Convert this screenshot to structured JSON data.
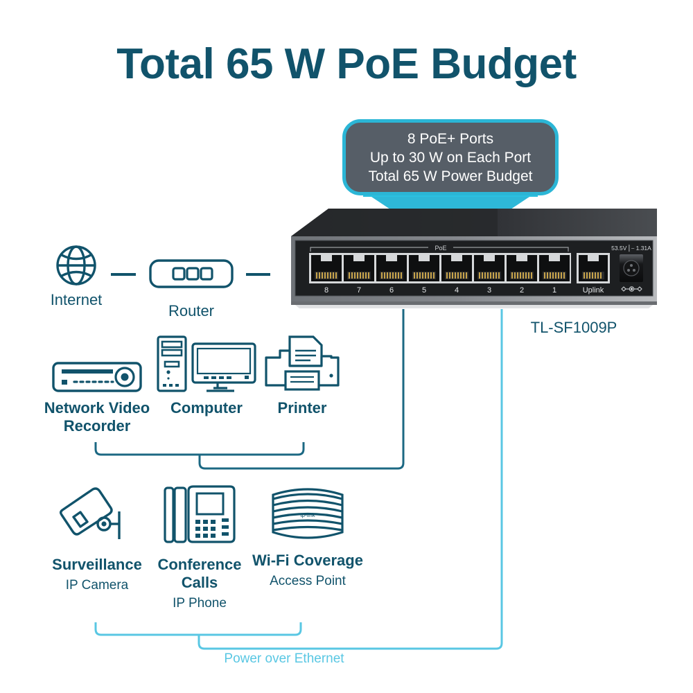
{
  "page": {
    "title": "Total 65 W PoE Budget",
    "background": "#ffffff"
  },
  "colors": {
    "brand_dark_teal": "#11536b",
    "accent_cyan": "#2bb6d6",
    "light_cyan": "#59c7e3",
    "callout_body": "#565e67",
    "device_top": "#2e3033",
    "device_face": "#8d9094"
  },
  "callout": {
    "name": "poe-spec-callout",
    "lines": [
      "8 PoE+ Ports",
      "Up to 30 W on Each Port",
      "Total 65 W Power Budget"
    ]
  },
  "switch": {
    "model": "TL-SF1009P",
    "poe_group_label": "PoE",
    "poe_ports": [
      "8",
      "7",
      "6",
      "5",
      "4",
      "3",
      "2",
      "1"
    ],
    "uplink_label": "Uplink",
    "power_rating": "53.5V ⎓ 1.31A"
  },
  "wan": [
    {
      "name": "internet",
      "icon": "globe-icon",
      "label": "Internet"
    },
    {
      "name": "router",
      "icon": "router-icon",
      "label": "Router"
    }
  ],
  "data_devices": [
    {
      "name": "network-video-recorder",
      "icon": "nvr-icon",
      "label_line1": "Network Video",
      "label_line2": "Recorder"
    },
    {
      "name": "computer",
      "icon": "computer-icon",
      "label_line1": "Computer",
      "label_line2": ""
    },
    {
      "name": "printer",
      "icon": "printer-icon",
      "label_line1": "Printer",
      "label_line2": ""
    }
  ],
  "poe_devices": [
    {
      "name": "surveillance-camera",
      "icon": "ip-camera-icon",
      "title": "Surveillance",
      "subtitle": "IP Camera",
      "title2": ""
    },
    {
      "name": "conference-phone",
      "icon": "ip-phone-icon",
      "title": "Conference",
      "title2": "Calls",
      "subtitle": "IP Phone"
    },
    {
      "name": "wifi-access-point",
      "icon": "access-point-icon",
      "title": "Wi-Fi Coverage",
      "title2": "",
      "subtitle": "Access Point"
    }
  ],
  "poe_bracket": {
    "caption": "Power over Ethernet"
  }
}
